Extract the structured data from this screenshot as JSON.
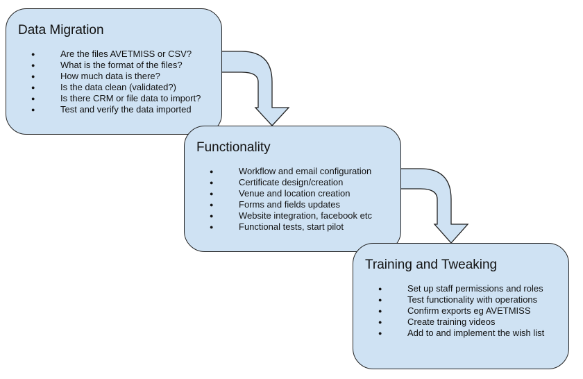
{
  "colors": {
    "box_fill": "#cfe2f3",
    "outline": "#222222",
    "text": "#111111"
  },
  "steps": [
    {
      "title": "Data Migration",
      "items": [
        "Are the files AVETMISS or CSV?",
        "What is the format of the files?",
        "How much data is there?",
        "Is the data clean (validated?)",
        "Is there CRM or file data to import?",
        "Test and verify the data imported"
      ]
    },
    {
      "title": "Functionality",
      "items": [
        "Workflow and email configuration",
        "Certificate design/creation",
        "Venue and location creation",
        "Forms and fields updates",
        "Website integration, facebook etc",
        "Functional tests, start pilot"
      ]
    },
    {
      "title": "Training and Tweaking",
      "items": [
        "Set up staff permissions and roles",
        "Test functionality with operations",
        "Confirm exports eg AVETMISS",
        "Create training videos",
        "Add to and implement the wish list"
      ]
    }
  ]
}
